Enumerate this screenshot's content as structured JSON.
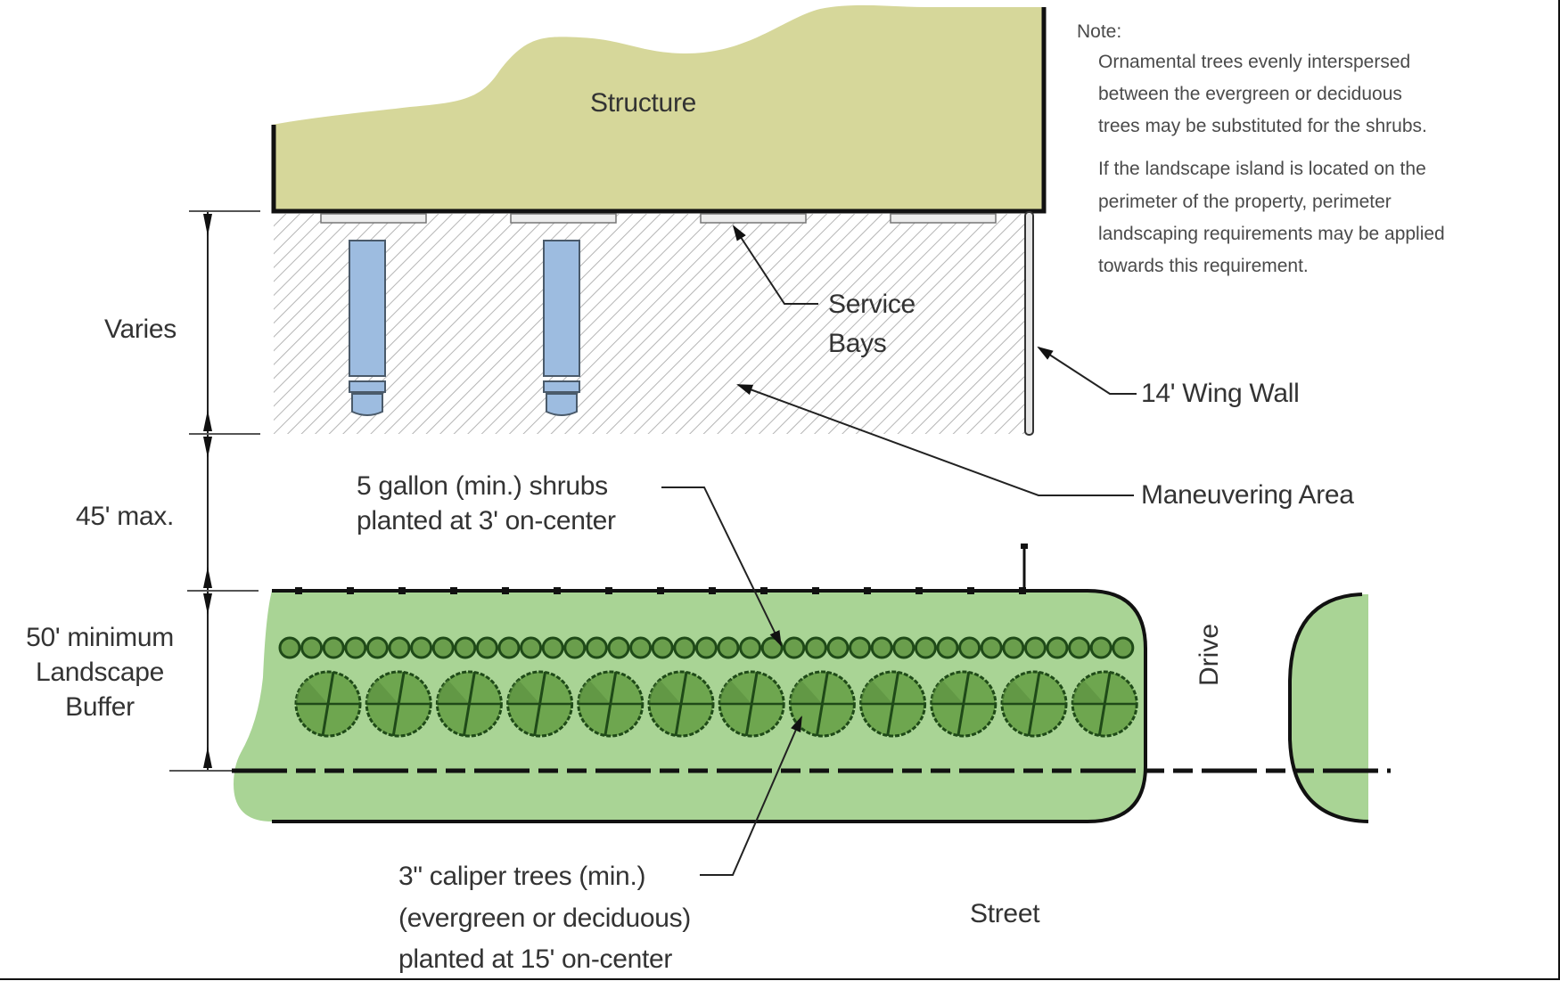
{
  "labels": {
    "structure": "Structure",
    "service_bays_line1": "Service",
    "service_bays_line2": "Bays",
    "wing_wall": "14' Wing Wall",
    "maneuvering_area": "Maneuvering Area",
    "varies": "Varies",
    "max_45": "45' max.",
    "buffer_line1": "50' minimum",
    "buffer_line2": "Landscape",
    "buffer_line3": "Buffer",
    "shrubs_line1": "5 gallon (min.) shrubs",
    "shrubs_line2": "planted at 3' on-center",
    "trees_line1": "3\" caliper trees (min.)",
    "trees_line2": "(evergreen or deciduous)",
    "trees_line3": "planted at 15' on-center",
    "street": "Street",
    "drive": "Drive"
  },
  "note": {
    "heading": "Note:",
    "paragraph1_lines": [
      "Ornamental trees evenly interspersed",
      "between the evergreen or deciduous",
      "trees may be substituted for the shrubs."
    ],
    "paragraph2_lines": [
      "If the landscape island is located on the",
      "perimeter of the property, perimeter",
      "landscaping requirements may be applied",
      "towards this requirement."
    ]
  },
  "elements": {
    "service_bay_count": 4,
    "vehicle_lift_count": 2,
    "shrub_count": 39,
    "tree_count": 12
  },
  "colors": {
    "structure_fill": "#d6d79a",
    "buffer_fill": "#a9d495",
    "shrub_fill": "#6a9e4c",
    "tree_fill": "#6ea64f",
    "tree_outline": "#1f4a18",
    "lift_fill": "#9dbce0",
    "hatch": "#b5b5b5",
    "line": "#111111"
  }
}
